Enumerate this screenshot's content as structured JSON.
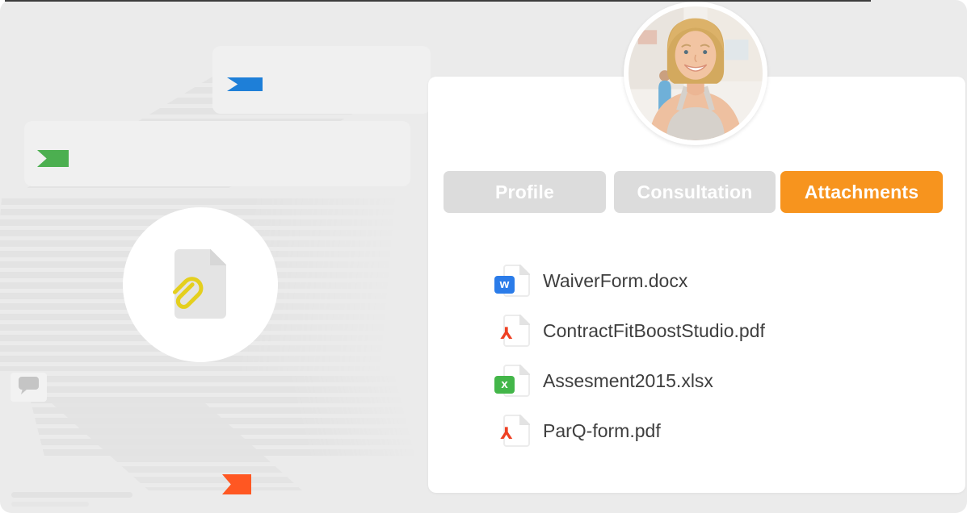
{
  "colors": {
    "canvas": "#ebebeb",
    "card": "#ffffff",
    "accent_orange": "#F7941E",
    "inactive_tab_gray": "#dcdcdc",
    "tag_blue": "#1E7FD8",
    "tag_green": "#4CAF50",
    "tag_orange": "#FF5722",
    "word_blue": "#2B7CE9",
    "excel_green": "#43B649",
    "pdf_red": "#EE4023",
    "paperclip_yellow": "#E4CF1E"
  },
  "background": {
    "circle_icon": "document-with-paperclip-icon",
    "chip_icon": "speech-bubble-icon",
    "tags": [
      {
        "name": "blue-ribbon-tag",
        "color": "#1E7FD8"
      },
      {
        "name": "green-ribbon-tag",
        "color": "#4CAF50"
      },
      {
        "name": "orange-ribbon-tag",
        "color": "#FF5722"
      }
    ]
  },
  "card": {
    "avatar_alt": "smiling-woman-client-photo",
    "tabs": [
      {
        "label": "Profile",
        "active": false
      },
      {
        "label": "Consultation",
        "active": false
      },
      {
        "label": "Attachments",
        "active": true
      }
    ],
    "files": [
      {
        "name": "WaiverForm.docx",
        "type": "docx",
        "badge": "w"
      },
      {
        "name": "ContractFitBoostStudio.pdf",
        "type": "pdf",
        "badge": "⅄"
      },
      {
        "name": "Assesment2015.xlsx",
        "type": "xlsx",
        "badge": "x"
      },
      {
        "name": "ParQ-form.pdf",
        "type": "pdf",
        "badge": "⅄"
      }
    ]
  }
}
